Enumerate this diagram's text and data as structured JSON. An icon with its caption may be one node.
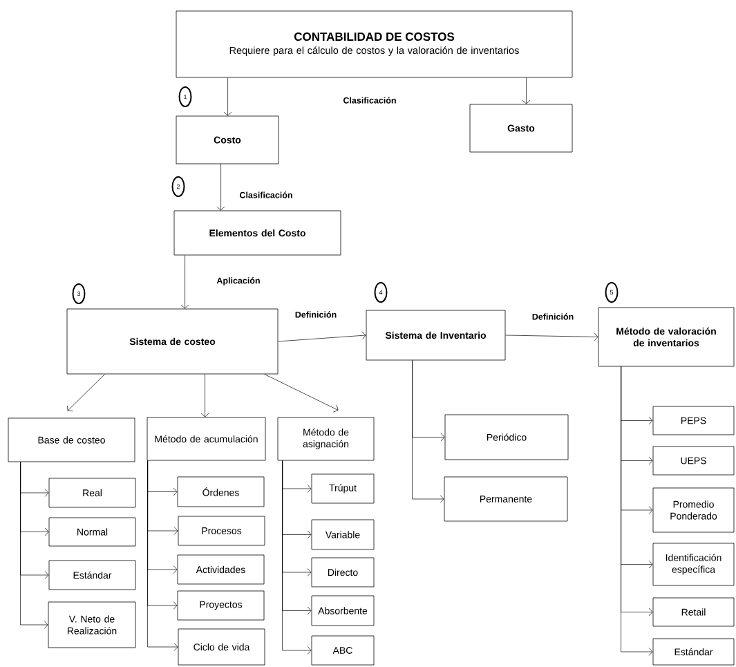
{
  "diagram": {
    "nodes": [
      {
        "text": [
          "CONTABILIDAD DE COSTOS",
          "Requiere para el cálculo de costos y la valoración de inventarios"
        ]
      },
      {
        "text": [
          "Costo"
        ]
      },
      {
        "text": [
          "Gasto"
        ]
      },
      {
        "text": [
          "Elementos del Costo"
        ]
      },
      {
        "text": [
          "Sistema de costeo"
        ]
      },
      {
        "text": [
          "Sistema de Inventario"
        ]
      },
      {
        "text": [
          "Método de valoración de inventarios"
        ]
      },
      {
        "text": [
          "Base de costeo"
        ]
      },
      {
        "text": [
          "Método de acumulación"
        ]
      },
      {
        "text": [
          "Método de asignación"
        ]
      },
      {
        "text": [
          "Real"
        ]
      },
      {
        "text": [
          "Normal"
        ]
      },
      {
        "text": [
          "Estándar"
        ]
      },
      {
        "text": [
          "V. Neto de Realización"
        ]
      },
      {
        "text": [
          "Órdenes"
        ]
      },
      {
        "text": [
          "Procesos"
        ]
      },
      {
        "text": [
          "Actividades"
        ]
      },
      {
        "text": [
          "Proyectos"
        ]
      },
      {
        "text": [
          "Ciclo de vida"
        ]
      },
      {
        "text": [
          "Trúput"
        ]
      },
      {
        "text": [
          "Variable"
        ]
      },
      {
        "text": [
          "Directo"
        ]
      },
      {
        "text": [
          "Absorbente"
        ]
      },
      {
        "text": [
          "ABC"
        ]
      },
      {
        "text": [
          "Periódico"
        ]
      },
      {
        "text": [
          "Permanente"
        ]
      },
      {
        "text": [
          "PEPS"
        ]
      },
      {
        "text": [
          "UEPS"
        ]
      },
      {
        "text": [
          "Promedio Ponderado"
        ]
      },
      {
        "text": [
          "Identificación específica"
        ]
      },
      {
        "text": [
          "Retail"
        ]
      },
      {
        "text": [
          "Estándar"
        ]
      }
    ],
    "edges": [
      {
        "from": 0,
        "to": 1,
        "arrow": "to"
      },
      {
        "from": 0,
        "to": 2,
        "arrow": "to"
      },
      {
        "from": 1,
        "to": 3,
        "arrow": "to",
        "label": "Clasificación"
      },
      {
        "from": 3,
        "to": 4,
        "arrow": "to",
        "label": "Aplicación"
      },
      {
        "from": 4,
        "to": 5,
        "arrow": "to",
        "label": "Definición"
      },
      {
        "from": 5,
        "to": 6,
        "arrow": "to",
        "label": "Definición"
      },
      {
        "from": 4,
        "to": 7,
        "arrow": "to"
      },
      {
        "from": 4,
        "to": 8,
        "arrow": "to"
      },
      {
        "from": 4,
        "to": 9,
        "arrow": "to"
      },
      {
        "from": 7,
        "to": 10,
        "arrow": "to"
      },
      {
        "from": 7,
        "to": 11,
        "arrow": "to"
      },
      {
        "from": 7,
        "to": 12,
        "arrow": "to"
      },
      {
        "from": 7,
        "to": 13,
        "arrow": "to"
      },
      {
        "from": 8,
        "to": 14,
        "arrow": "to"
      },
      {
        "from": 8,
        "to": 15,
        "arrow": "to"
      },
      {
        "from": 8,
        "to": 16,
        "arrow": "to"
      },
      {
        "from": 8,
        "to": 17,
        "arrow": "to"
      },
      {
        "from": 8,
        "to": 18,
        "arrow": "to"
      },
      {
        "from": 9,
        "to": 19,
        "arrow": "to"
      },
      {
        "from": 9,
        "to": 20,
        "arrow": "to"
      },
      {
        "from": 9,
        "to": 21,
        "arrow": "to"
      },
      {
        "from": 9,
        "to": 22,
        "arrow": "to"
      },
      {
        "from": 9,
        "to": 23,
        "arrow": "to"
      },
      {
        "from": 5,
        "to": 24,
        "arrow": "to"
      },
      {
        "from": 5,
        "to": 25,
        "arrow": "to"
      },
      {
        "from": 6,
        "to": 26,
        "arrow": "to"
      },
      {
        "from": 6,
        "to": 27,
        "arrow": "to"
      },
      {
        "from": 6,
        "to": 28,
        "arrow": "to"
      },
      {
        "from": 6,
        "to": 29,
        "arrow": "to"
      },
      {
        "from": 6,
        "to": 30,
        "arrow": "to"
      },
      {
        "from": 6,
        "to": 31,
        "arrow": "to"
      }
    ],
    "labels": [
      "1",
      "Clasificación",
      "2",
      "3",
      "4",
      "5"
    ]
  }
}
